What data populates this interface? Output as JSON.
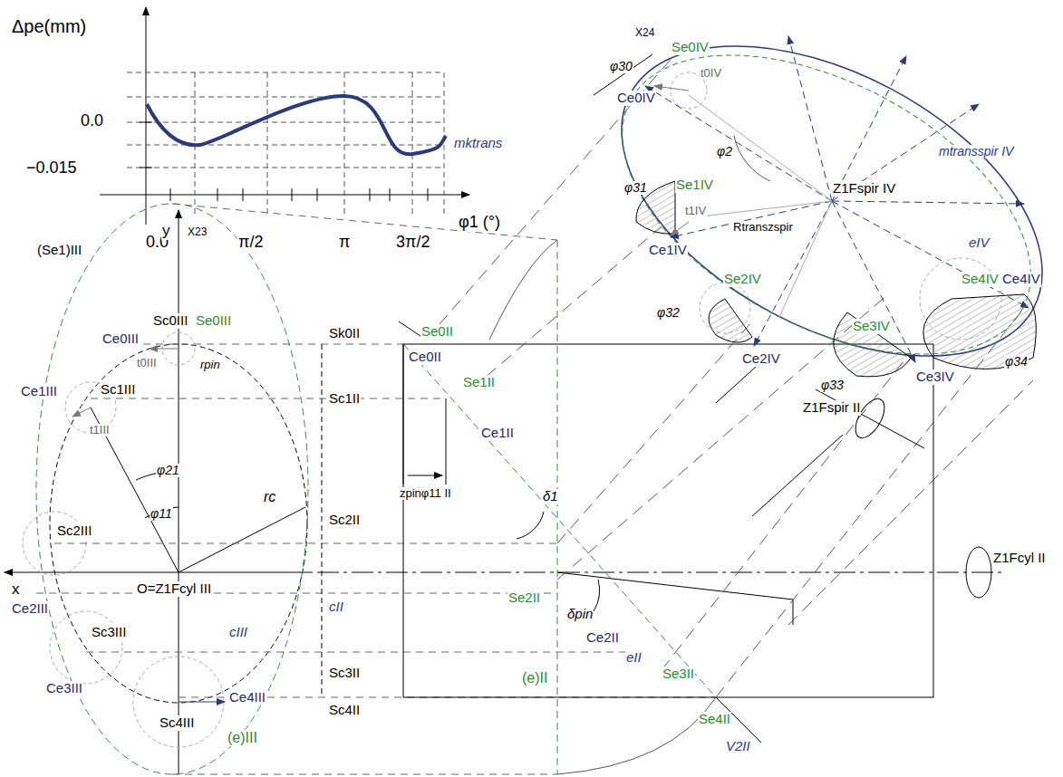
{
  "diagram": {
    "labels": [
      "Δpe(mm)",
      "0.0",
      "−0.015",
      "0.0",
      "π/2",
      "π",
      "3π/2",
      "φ1 (°)",
      "mktrans",
      "X24",
      "Se0IV",
      "φ30",
      "t0IV",
      "Ce0IV",
      "φ2",
      "mtransspir IV",
      "Se1IV",
      "φ31",
      "t1IV",
      "Z1Fspir IV",
      "Rtranszspir",
      "Ce1IV",
      "eIV",
      "Ce4IV",
      "Se2IV",
      "φ32",
      "Se4IV",
      "Ce2IV",
      "Se3IV",
      "φ33",
      "Ce3IV",
      "φ34",
      "Z1Fspir II",
      "y",
      "X23",
      "(Se1)III",
      "Ce0III",
      "Sc0III",
      "Se0III",
      "t0III",
      "rpin",
      "Ce1III",
      "Sc1III",
      "φ21",
      "φ11",
      "rc",
      "t1III",
      "x",
      "Sc2III",
      "O=Z1Fcyl III",
      "Ce2III",
      "Sc3III",
      "cIII",
      "Ce3III",
      "Sc4III",
      "Ce4III",
      "(e)III",
      "Sk0II",
      "Se0II",
      "Ce0II",
      "Sc1II",
      "Se1II",
      "Ce1II",
      "zpinφ11 II",
      "δ1",
      "Sc2II",
      "Se2II",
      "δpin",
      "Z1Fcyl II",
      "cII",
      "Ce2II",
      "eII",
      "Se3II",
      "(e)II",
      "Sc3II",
      "Sc4II",
      "Se4II",
      "V2II"
    ]
  }
}
